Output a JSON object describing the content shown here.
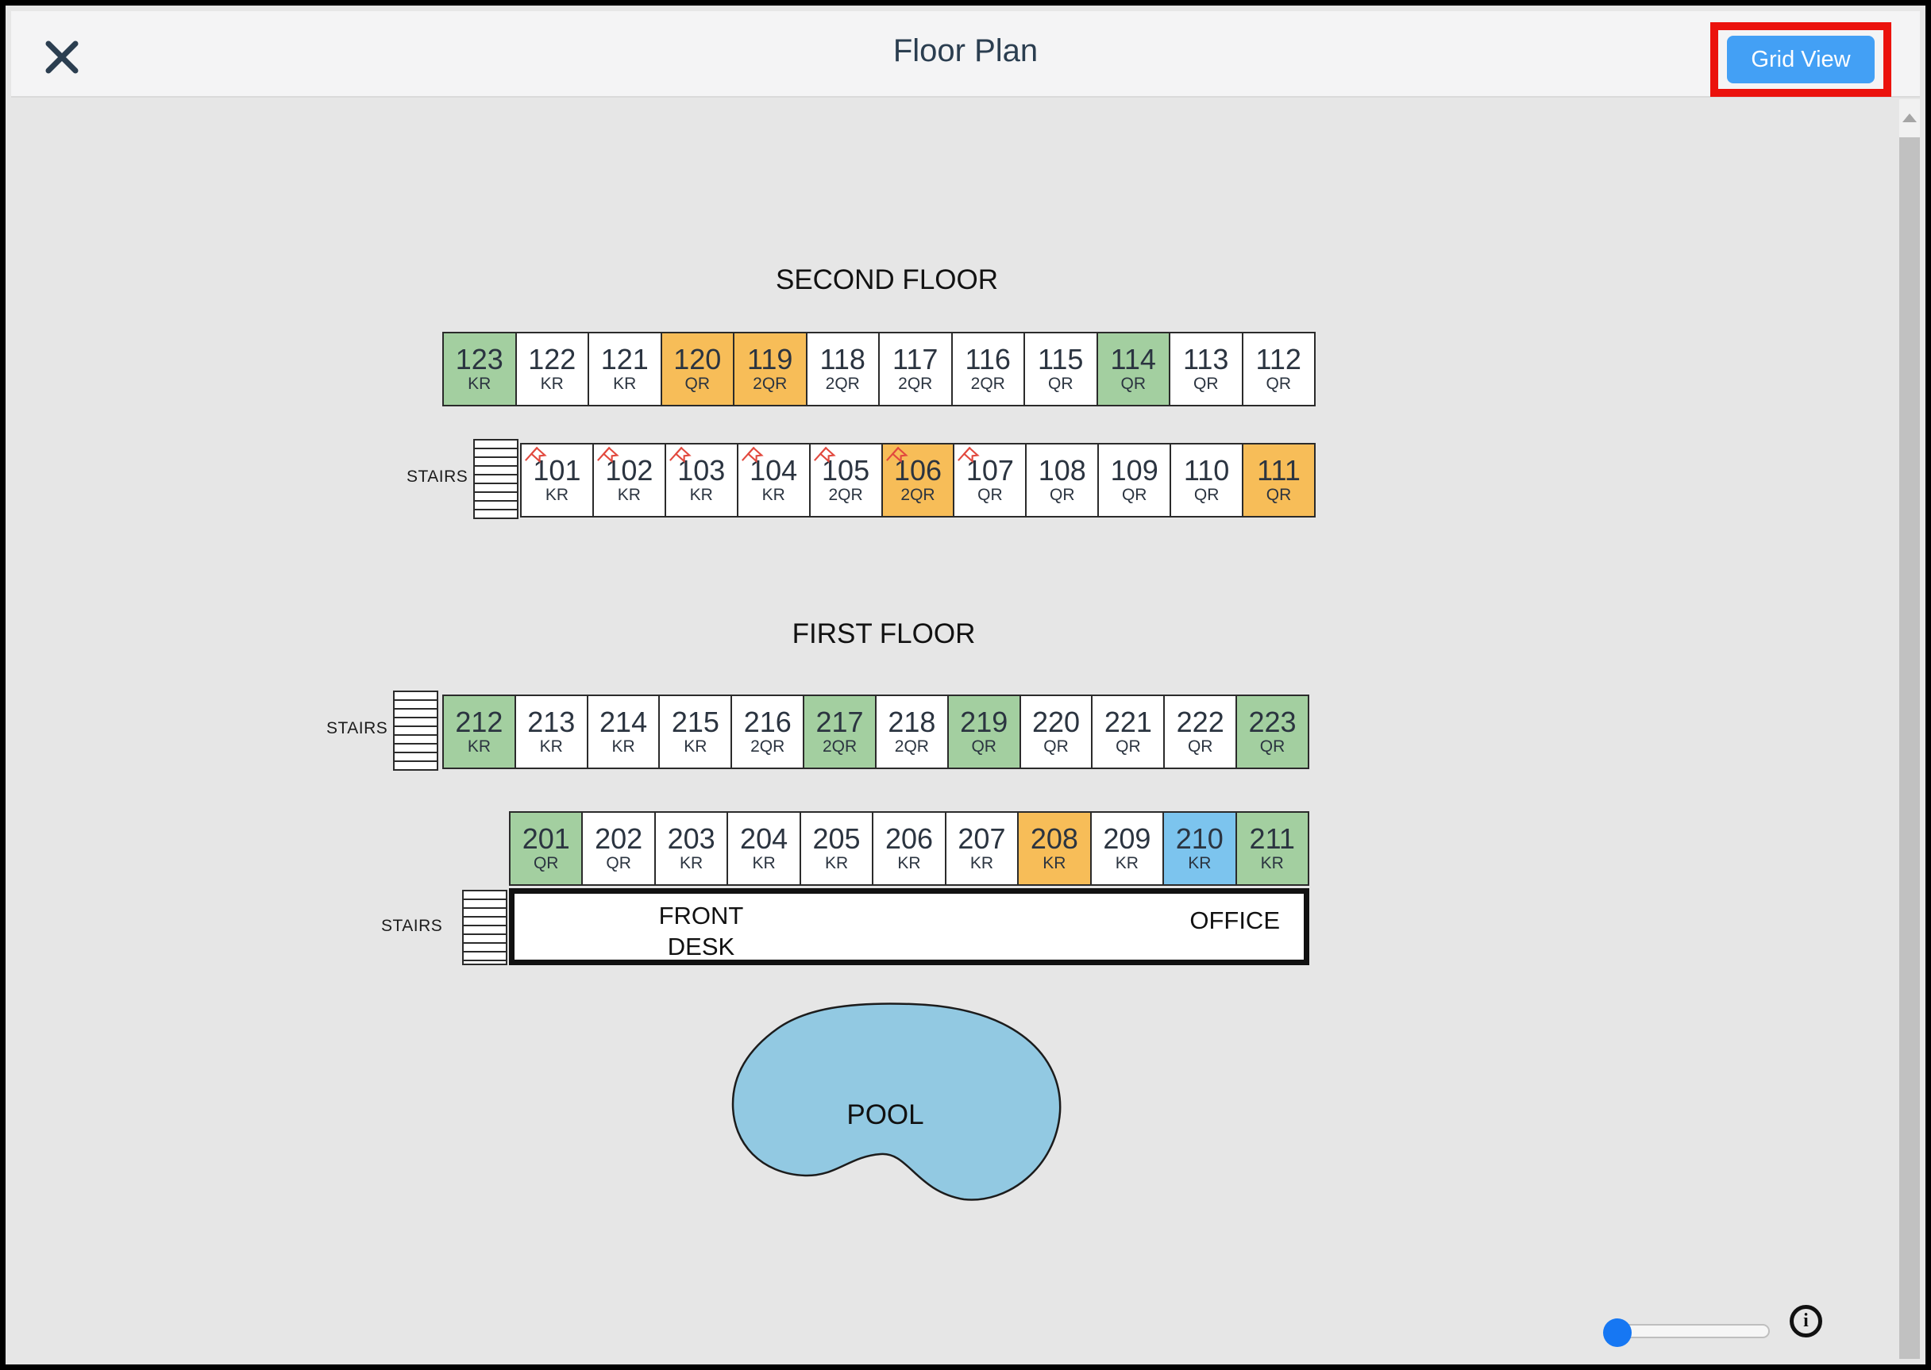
{
  "header": {
    "title": "Floor Plan",
    "grid_view_label": "Grid View",
    "close_icon": "x-icon"
  },
  "annotation": {
    "highlight_color": "#eb120d",
    "highlighted_control": "Grid View"
  },
  "labels": {
    "stairs": "STAIRS",
    "front_desk": "FRONT\nDESK",
    "office": "OFFICE",
    "pool": "POOL"
  },
  "status_colors": {
    "white": "#ffffff",
    "green": "#a3cfa0",
    "orange": "#f7bd58",
    "blue": "#7cc4ee"
  },
  "accent_colors": {
    "button_blue": "#43a0f5",
    "slider_blue": "#1677f3",
    "pool_blue": "#92c9e2",
    "flag_red": "#e2493e"
  },
  "floors": [
    {
      "label": "SECOND FLOOR",
      "rows": [
        {
          "rooms": [
            {
              "number": "123",
              "type": "KR",
              "status": "green",
              "flag": false
            },
            {
              "number": "122",
              "type": "KR",
              "status": "white",
              "flag": false
            },
            {
              "number": "121",
              "type": "KR",
              "status": "white",
              "flag": false
            },
            {
              "number": "120",
              "type": "QR",
              "status": "orange",
              "flag": false
            },
            {
              "number": "119",
              "type": "2QR",
              "status": "orange",
              "flag": false
            },
            {
              "number": "118",
              "type": "2QR",
              "status": "white",
              "flag": false
            },
            {
              "number": "117",
              "type": "2QR",
              "status": "white",
              "flag": false
            },
            {
              "number": "116",
              "type": "2QR",
              "status": "white",
              "flag": false
            },
            {
              "number": "115",
              "type": "QR",
              "status": "white",
              "flag": false
            },
            {
              "number": "114",
              "type": "QR",
              "status": "green",
              "flag": false
            },
            {
              "number": "113",
              "type": "QR",
              "status": "white",
              "flag": false
            },
            {
              "number": "112",
              "type": "QR",
              "status": "white",
              "flag": false
            }
          ]
        },
        {
          "rooms": [
            {
              "number": "101",
              "type": "KR",
              "status": "white",
              "flag": true
            },
            {
              "number": "102",
              "type": "KR",
              "status": "white",
              "flag": true
            },
            {
              "number": "103",
              "type": "KR",
              "status": "white",
              "flag": true
            },
            {
              "number": "104",
              "type": "KR",
              "status": "white",
              "flag": true
            },
            {
              "number": "105",
              "type": "2QR",
              "status": "white",
              "flag": true
            },
            {
              "number": "106",
              "type": "2QR",
              "status": "orange",
              "flag": true
            },
            {
              "number": "107",
              "type": "QR",
              "status": "white",
              "flag": true
            },
            {
              "number": "108",
              "type": "QR",
              "status": "white",
              "flag": false
            },
            {
              "number": "109",
              "type": "QR",
              "status": "white",
              "flag": false
            },
            {
              "number": "110",
              "type": "QR",
              "status": "white",
              "flag": false
            },
            {
              "number": "111",
              "type": "QR",
              "status": "orange",
              "flag": false
            }
          ]
        }
      ]
    },
    {
      "label": "FIRST FLOOR",
      "rows": [
        {
          "rooms": [
            {
              "number": "212",
              "type": "KR",
              "status": "green",
              "flag": false
            },
            {
              "number": "213",
              "type": "KR",
              "status": "white",
              "flag": false
            },
            {
              "number": "214",
              "type": "KR",
              "status": "white",
              "flag": false
            },
            {
              "number": "215",
              "type": "KR",
              "status": "white",
              "flag": false
            },
            {
              "number": "216",
              "type": "2QR",
              "status": "white",
              "flag": false
            },
            {
              "number": "217",
              "type": "2QR",
              "status": "green",
              "flag": false
            },
            {
              "number": "218",
              "type": "2QR",
              "status": "white",
              "flag": false
            },
            {
              "number": "219",
              "type": "QR",
              "status": "green",
              "flag": false
            },
            {
              "number": "220",
              "type": "QR",
              "status": "white",
              "flag": false
            },
            {
              "number": "221",
              "type": "QR",
              "status": "white",
              "flag": false
            },
            {
              "number": "222",
              "type": "QR",
              "status": "white",
              "flag": false
            },
            {
              "number": "223",
              "type": "QR",
              "status": "green",
              "flag": false
            }
          ]
        },
        {
          "rooms": [
            {
              "number": "201",
              "type": "QR",
              "status": "green",
              "flag": false
            },
            {
              "number": "202",
              "type": "QR",
              "status": "white",
              "flag": false
            },
            {
              "number": "203",
              "type": "KR",
              "status": "white",
              "flag": false
            },
            {
              "number": "204",
              "type": "KR",
              "status": "white",
              "flag": false
            },
            {
              "number": "205",
              "type": "KR",
              "status": "white",
              "flag": false
            },
            {
              "number": "206",
              "type": "KR",
              "status": "white",
              "flag": false
            },
            {
              "number": "207",
              "type": "KR",
              "status": "white",
              "flag": false
            },
            {
              "number": "208",
              "type": "KR",
              "status": "orange",
              "flag": false
            },
            {
              "number": "209",
              "type": "KR",
              "status": "white",
              "flag": false
            },
            {
              "number": "210",
              "type": "KR",
              "status": "blue",
              "flag": false
            },
            {
              "number": "211",
              "type": "KR",
              "status": "green",
              "flag": false
            }
          ]
        }
      ]
    }
  ],
  "controls": {
    "zoom_slider_position": "minimum",
    "info_icon": "i"
  }
}
